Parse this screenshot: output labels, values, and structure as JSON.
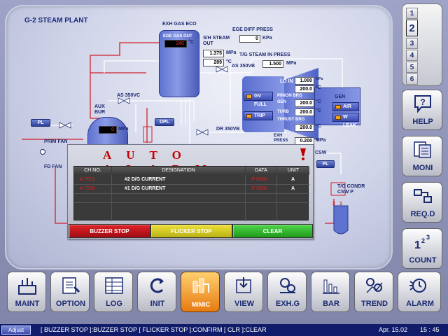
{
  "mimic": {
    "title": "G-2  STEAM PLANT",
    "exh_gas_eco": {
      "label": "EXH GAS ECO",
      "outlet_label": "EGE GAS OUT",
      "outlet_value": "240",
      "outlet_unit": "°C"
    },
    "sh_steam": {
      "label_1": "S/H STEAM",
      "label_2": "OUT",
      "press": "1.375",
      "press_unit": "MPa",
      "temp": "289",
      "temp_unit": "°C"
    },
    "ege_diff": {
      "label": "EGE DIFF PRESS",
      "value": "0",
      "unit": "KPa"
    },
    "tg_steam": {
      "label": "T/G STEAM IN PRESS",
      "value": "1.500",
      "unit": "MPa"
    },
    "as350vb": "AS 350VB",
    "as350vc": "AS 350VC",
    "dr350vb": "DR 350VB",
    "aux_bur": {
      "label_1": "AUX",
      "label_2": "BUR",
      "value": "0",
      "unit": "MPa"
    },
    "tags": {
      "pl_1": "PL",
      "dpl": "DPL",
      "pl_2": "PL",
      "csw": "CSW"
    },
    "prim_fan": "PRIM FAN",
    "fd_fan": "FD FAN",
    "turbine": {
      "lo_in_label": "LO IN",
      "lo_in_value": "1.000",
      "lo_in_unit": "MPa",
      "lo_out_value": "200.0",
      "lo_out_unit": "°C",
      "pinion_brg_label_1": "PINION BRG",
      "pinion_brg_label_2": "GEN",
      "gen_value": "200.0",
      "gen_unit": "°C",
      "turb_label": "TURB",
      "turb_value": "200.0",
      "turb_unit": "°C",
      "thrust_label": "THRUST BRG",
      "thrust_value": "200.0",
      "thrust_unit": "°C",
      "exh_label_1": "EXH",
      "exh_label_2": "PRESS",
      "exh_value": "0.200",
      "exh_unit": "MPa",
      "gv_full": "GV FULL",
      "trip": "TRIP"
    },
    "gen": {
      "label": "GEN",
      "air_th": "AIR TH",
      "w_leak": "W LEAK"
    },
    "tg_condr": {
      "label_1": "T/G CONDR",
      "label_2": "CSW P",
      "pump_a": "2",
      "pump_b": "1"
    }
  },
  "alarm": {
    "title": "AUTO ALARM",
    "columns": [
      "CH.NO.",
      "DESIGNATION",
      "DATA",
      "UNIT"
    ],
    "rows": [
      {
        "ch": "A  7001",
        "designation": "#2  D/G CURRENT",
        "data": "F  0000",
        "unit": "A"
      },
      {
        "ch": "A  7000",
        "designation": "#1  D/G CURRENT",
        "data": "F  0000",
        "unit": "A"
      }
    ],
    "buttons": {
      "buzzer_stop": "BUZZER STOP",
      "flicker_stop": "FLICKER STOP",
      "clear": "CLEAR"
    },
    "colors": {
      "buzzer": "#c8141a",
      "flicker": "#d8d21a",
      "clear": "#2fb52a"
    }
  },
  "page_tabs": [
    "1",
    "2",
    "3",
    "4",
    "5",
    "6"
  ],
  "active_page": "2",
  "side_buttons": [
    {
      "label": "HELP",
      "icon": "help-icon"
    },
    {
      "label": "MONI",
      "icon": "monitor-icon"
    },
    {
      "label": "REQ.D",
      "icon": "request-icon"
    },
    {
      "label": "COUNT",
      "icon": "count-icon"
    }
  ],
  "bottom_buttons": [
    {
      "label": "MAINT",
      "icon": "maintenance-icon"
    },
    {
      "label": "OPTION",
      "icon": "option-icon"
    },
    {
      "label": "LOG",
      "icon": "log-icon"
    },
    {
      "label": "INIT",
      "icon": "init-icon"
    },
    {
      "label": "MIMIC",
      "icon": "mimic-icon",
      "active": true
    },
    {
      "label": "VIEW",
      "icon": "view-icon"
    },
    {
      "label": "EXH.G",
      "icon": "exhaust-gas-icon"
    },
    {
      "label": "BAR",
      "icon": "bar-chart-icon"
    },
    {
      "label": "TREND",
      "icon": "trend-icon"
    },
    {
      "label": "ALARM",
      "icon": "alarm-icon"
    }
  ],
  "status_bar": {
    "adjust": "Adjust",
    "message": "[ BUZZER STOP ]:BUZZER STOP   [ FLICKER STOP ]:CONFIRM   [ CLR ]:CLEAR",
    "date": "Apr.  15.02",
    "time": "15 : 45"
  }
}
